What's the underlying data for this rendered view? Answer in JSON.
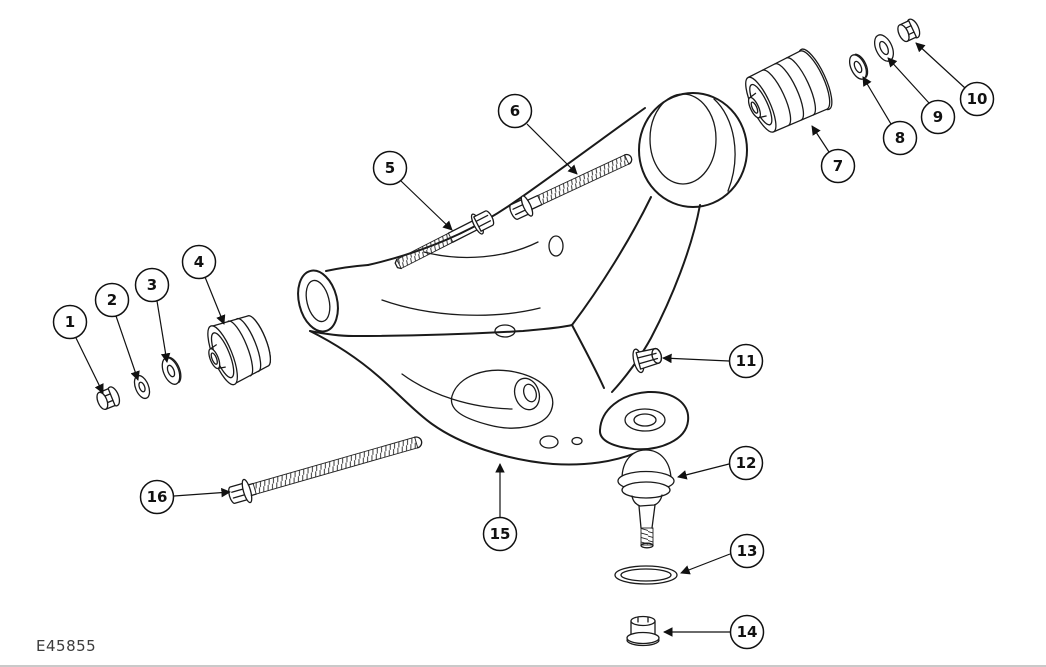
{
  "figure": {
    "code": "E45855"
  },
  "callouts": [
    {
      "label": "1"
    },
    {
      "label": "2"
    },
    {
      "label": "3"
    },
    {
      "label": "4"
    },
    {
      "label": "5"
    },
    {
      "label": "6"
    },
    {
      "label": "7"
    },
    {
      "label": "8"
    },
    {
      "label": "9"
    },
    {
      "label": "10"
    },
    {
      "label": "11"
    },
    {
      "label": "12"
    },
    {
      "label": "13"
    },
    {
      "label": "14"
    },
    {
      "label": "15"
    },
    {
      "label": "16"
    }
  ]
}
